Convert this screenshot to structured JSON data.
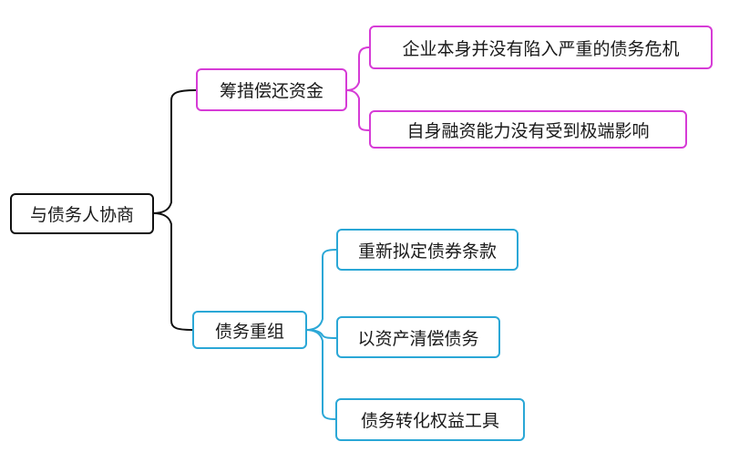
{
  "root": {
    "label": "与债务人协商"
  },
  "branches": [
    {
      "label": "筹措偿还资金",
      "children": [
        {
          "label": "企业本身并没有陷入严重的债务危机"
        },
        {
          "label": "自身融资能力没有受到极端影响"
        }
      ]
    },
    {
      "label": "债务重组",
      "children": [
        {
          "label": "重新拟定债券条款"
        },
        {
          "label": "以资产清偿债务"
        },
        {
          "label": "债务转化权益工具"
        }
      ]
    }
  ],
  "colors": {
    "root_border": "#111111",
    "branch1_border": "#d63bd6",
    "branch2_border": "#2aa7d6"
  }
}
